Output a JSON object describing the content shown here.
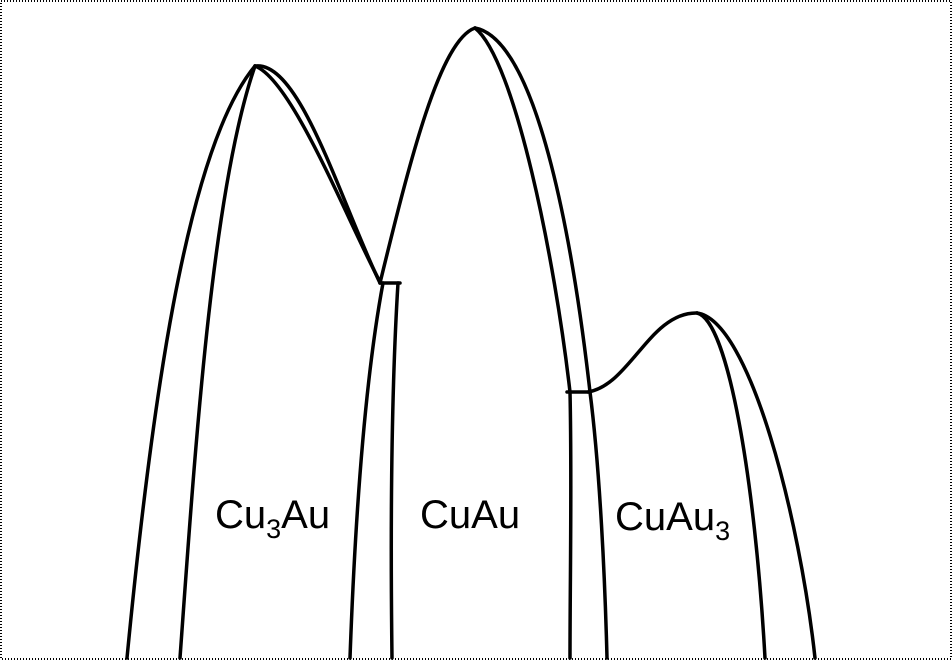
{
  "diagram": {
    "phases": [
      {
        "name": "cu3au",
        "base": "Cu",
        "subscript": "3",
        "tail": "Au"
      },
      {
        "name": "cuau",
        "base": "CuAu",
        "subscript": "",
        "tail": ""
      },
      {
        "name": "cuau3",
        "base": "CuAu",
        "subscript": "3",
        "tail": ""
      }
    ]
  }
}
